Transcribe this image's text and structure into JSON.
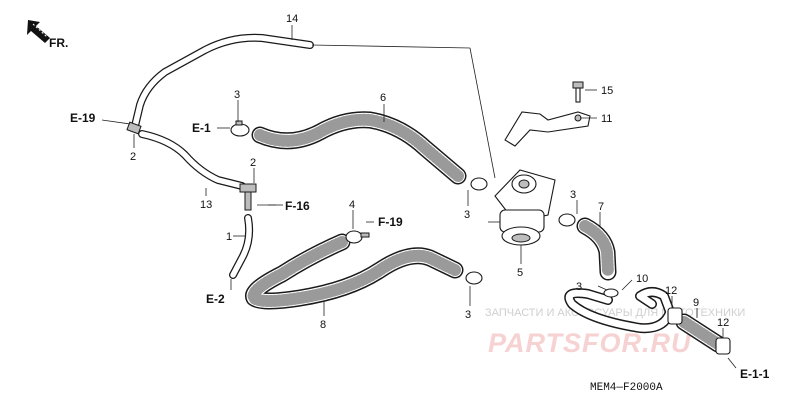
{
  "front_label": "FR.",
  "diagram_code": "MEM4—F2000A",
  "watermark": {
    "line1": "ЗАПЧАСТИ И АКСЕССУАРЫ ДЛЯ МОТОТЕХНИКИ",
    "line2": "PARTSFOR.RU"
  },
  "callouts": {
    "c1": "1",
    "c2a": "2",
    "c2b": "2",
    "c3a": "3",
    "c3b": "3",
    "c3c": "3",
    "c3d": "3",
    "c3e": "3",
    "c4": "4",
    "c5": "5",
    "c6": "6",
    "c7": "7",
    "c8": "8",
    "c9": "9",
    "c10": "10",
    "c11": "11",
    "c12a": "12",
    "c12b": "12",
    "c13": "13",
    "c14": "14",
    "c15": "15"
  },
  "refs": {
    "e19": "E-19",
    "e1": "E-1",
    "f16": "F-16",
    "f19": "F-19",
    "e2": "E-2",
    "e11": "E-1-1"
  }
}
